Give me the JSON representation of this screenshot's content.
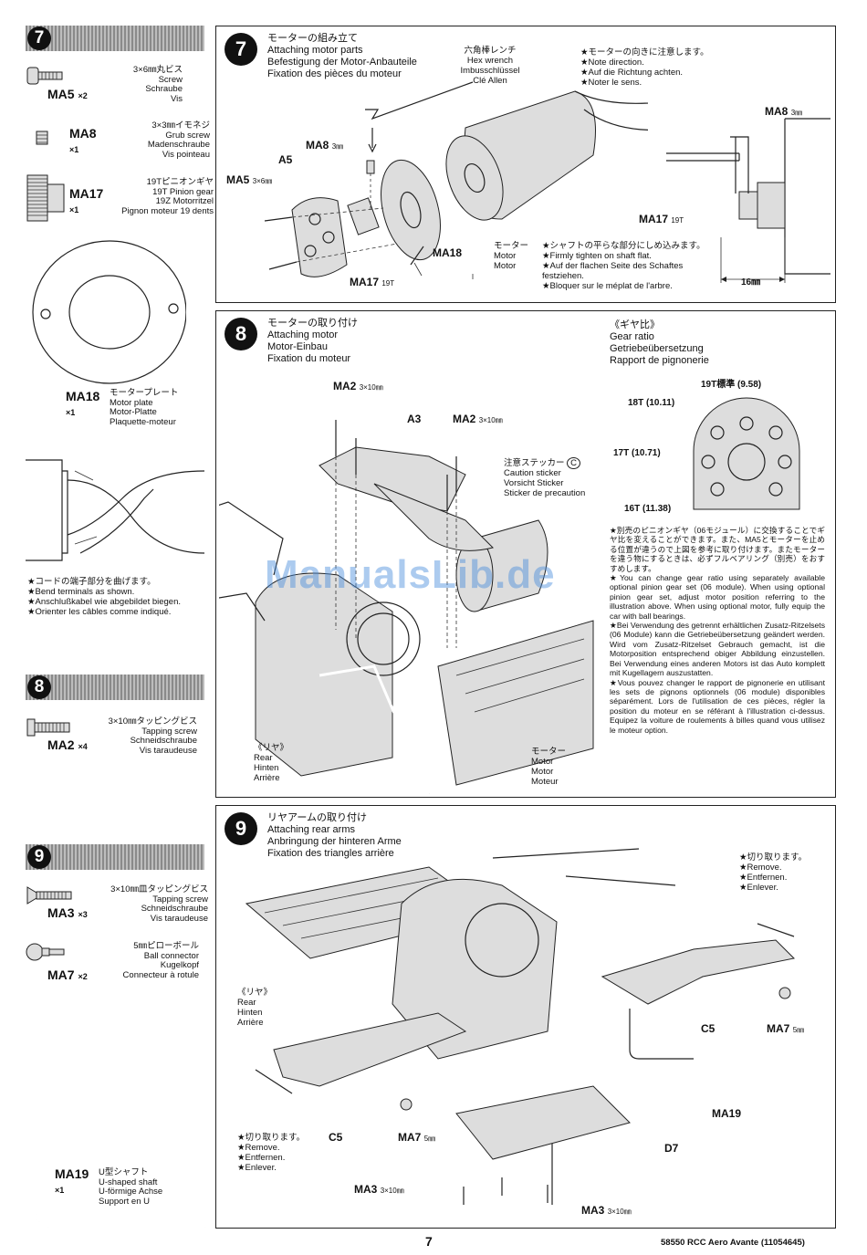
{
  "sidebar": {
    "section7": {
      "number": "7"
    },
    "ma5": {
      "code": "MA5",
      "qty": "×2",
      "ja": "3×6㎜丸ビス",
      "en": "Screw",
      "de": "Schraube",
      "fr": "Vis"
    },
    "ma8": {
      "code": "MA8",
      "qty": "×1",
      "ja": "3×3㎜イモネジ",
      "en": "Grub screw",
      "de": "Madenschraube",
      "fr": "Vis pointeau"
    },
    "ma17": {
      "code": "MA17",
      "qty": "×1",
      "ja": "19Tピニオンギヤ",
      "en": "19T Pinion gear",
      "de": "19Z Motorritzel",
      "fr": "Pignon moteur 19 dents"
    },
    "ma18": {
      "code": "MA18",
      "qty": "×1",
      "ja": "モータープレート",
      "en": "Motor plate",
      "de": "Motor-Platte",
      "fr": "Plaquette-moteur"
    },
    "cord_note": {
      "ja": "★コードの端子部分を曲げます。",
      "en": "★Bend terminals as shown.",
      "de": "★Anschlußkabel wie abgebildet biegen.",
      "fr": "★Orienter les câbles comme indiqué."
    },
    "section8": {
      "number": "8"
    },
    "ma2": {
      "code": "MA2",
      "qty": "×4",
      "ja": "3×10㎜タッピングビス",
      "en": "Tapping screw",
      "de": "Schneidschraube",
      "fr": "Vis taraudeuse"
    },
    "section9": {
      "number": "9"
    },
    "ma3": {
      "code": "MA3",
      "qty": "×3",
      "ja": "3×10㎜皿タッピングビス",
      "en": "Tapping screw",
      "de": "Schneidschraube",
      "fr": "Vis taraudeuse"
    },
    "ma7": {
      "code": "MA7",
      "qty": "×2",
      "ja": "5㎜ピローボール",
      "en": "Ball connector",
      "de": "Kugelkopf",
      "fr": "Connecteur à rotule"
    },
    "ma19": {
      "code": "MA19",
      "qty": "×1",
      "ja": "U型シャフト",
      "en": "U-shaped shaft",
      "de": "U-förmige Achse",
      "fr": "Support en U"
    }
  },
  "step7": {
    "number": "7",
    "title_ja": "モーターの組み立て",
    "title_en": "Attaching motor parts",
    "title_de": "Befestigung der Motor-Anbauteile",
    "title_fr": "Fixation des pièces du moteur",
    "hex_ja": "六角棒レンチ",
    "hex_en": "Hex wrench",
    "hex_de": "Imbusschlüssel",
    "hex_fr": "Clé Allen",
    "dir_ja": "★モーターの向きに注意します。",
    "dir_en": "★Note direction.",
    "dir_de": "★Auf die Richtung achten.",
    "dir_fr": "★Noter le sens.",
    "ma8_label": "MA8",
    "ma8_size": "3㎜",
    "a5_label": "A5",
    "ma5_label": "MA5",
    "ma5_size": "3×6㎜",
    "ma18_label": "MA18",
    "ma17_label": "MA17",
    "ma17_size": "19T",
    "motor_ja": "モーター",
    "motor_en": "Motor",
    "motor_de": "Motor",
    "flat_ja": "★シャフトの平らな部分にしめ込みます。",
    "flat_en": "★Firmly tighten on shaft flat.",
    "flat_de": "★Auf der flachen Seite des Schaftes festziehen.",
    "flat_fr": "★Bloquer sur le méplat de l'arbre.",
    "detail_ma8": "MA8",
    "detail_ma8_size": "3㎜",
    "detail_ma17": "MA17",
    "detail_ma17_size": "19T",
    "dim": "16㎜"
  },
  "step8": {
    "number": "8",
    "title_ja": "モーターの取り付け",
    "title_en": "Attaching motor",
    "title_de": "Motor-Einbau",
    "title_fr": "Fixation du moteur",
    "ma2_label": "MA2",
    "ma2_size": "3×10㎜",
    "a3_label": "A3",
    "sticker_ja": "注意ステッカー",
    "sticker_mark": "C",
    "sticker_en": "Caution sticker",
    "sticker_de": "Vorsicht Sticker",
    "sticker_fr": "Sticker de precaution",
    "rear_ja": "《リヤ》",
    "rear_en": "Rear",
    "rear_de": "Hinten",
    "rear_fr": "Arrière",
    "motor_ja": "モーター",
    "motor_en": "Motor",
    "motor_de": "Motor",
    "motor_fr": "Moteur",
    "gear_ja": "《ギヤ比》",
    "gear_en": "Gear ratio",
    "gear_de": "Getriebeübersetzung",
    "gear_fr": "Rapport de pignonerie",
    "g19": "19T標準 (9.58)",
    "g18": "18T (10.11)",
    "g17": "17T (10.71)",
    "g16": "16T (11.38)",
    "note_ja": "★別売のピニオンギヤ（06モジュール）に交換することでギヤ比を変えることができます。また、MA5とモーターを止める位置が違うので上図を参考に取り付けます。またモーターを違う物にするときは、必ずフルベアリング（別売）をおすすめします。",
    "note_en": "★You can change gear ratio using separately available optional pinion gear set (06 module). When using optional pinion gear set, adjust motor position referring to the illustration above. When using optional motor, fully equip the car with ball bearings.",
    "note_de": "★Bei Verwendung des getrennt erhältlichen Zusatz-Ritzelsets (06 Module) kann die Getriebeübersetzung geändert werden. Wird vom Zusatz-Ritzelset Gebrauch gemacht, ist die Motorposition entsprechend obiger Abbildung einzustellen. Bei Verwendung eines anderen Motors ist das Auto komplett mit Kugellagern auszustatten.",
    "note_fr": "★Vous pouvez changer le rapport de pignonerie en utilisant les sets de pignons optionnels (06 module) disponibles séparément. Lors de l'utilisation de ces pièces, régler la position du moteur en se référant à l'illustration ci-dessus. Equipez la voiture de roulements à billes quand vous utilisez le moteur option."
  },
  "step9": {
    "number": "9",
    "title_ja": "リヤアームの取り付け",
    "title_en": "Attaching rear arms",
    "title_de": "Anbringung der hinteren Arme",
    "title_fr": "Fixation des triangles arrière",
    "cut_ja": "★切り取ります。",
    "cut_en": "★Remove.",
    "cut_de": "★Entfernen.",
    "cut_fr": "★Enlever.",
    "rear_ja": "《リヤ》",
    "rear_en": "Rear",
    "rear_de": "Hinten",
    "rear_fr": "Arrière",
    "c5": "C5",
    "ma7_label": "MA7",
    "ma7_size": "5㎜",
    "ma19_label": "MA19",
    "d7_label": "D7",
    "ma3_label": "MA3",
    "ma3_size": "3×10㎜"
  },
  "footer": {
    "page": "7",
    "doc": "58550 RCC Aero Avante (11054645)"
  },
  "watermark": "ManualsLib.de"
}
